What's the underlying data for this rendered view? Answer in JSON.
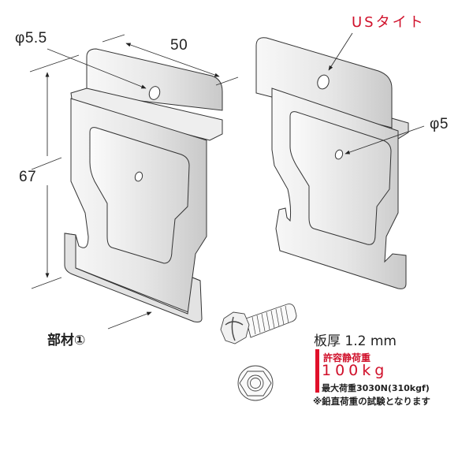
{
  "figure": {
    "type": "product-dimension-diagram",
    "left_part": {
      "hole_diameter_label": "φ5.5",
      "width_label": "50",
      "height_label": "67",
      "part_label": "部材①"
    },
    "right_part": {
      "name_label": "USタイト",
      "hole_diameter_label": "φ5"
    },
    "hardware": {
      "bolt": "hex-head-bolt",
      "nut": "hex-nut"
    },
    "specs": {
      "thickness": "板厚 1.2 mm",
      "allowable_load_label": "許容静荷重",
      "allowable_load_value": "100kg",
      "max_load": "最大荷重3030N(310kgf)",
      "note": "※鉛直荷重の試験となります"
    },
    "colors": {
      "accent_red": "#d0102a",
      "line": "#333333",
      "metal_light": "#f4f4f4",
      "metal_dark": "#c8c8c8"
    }
  }
}
